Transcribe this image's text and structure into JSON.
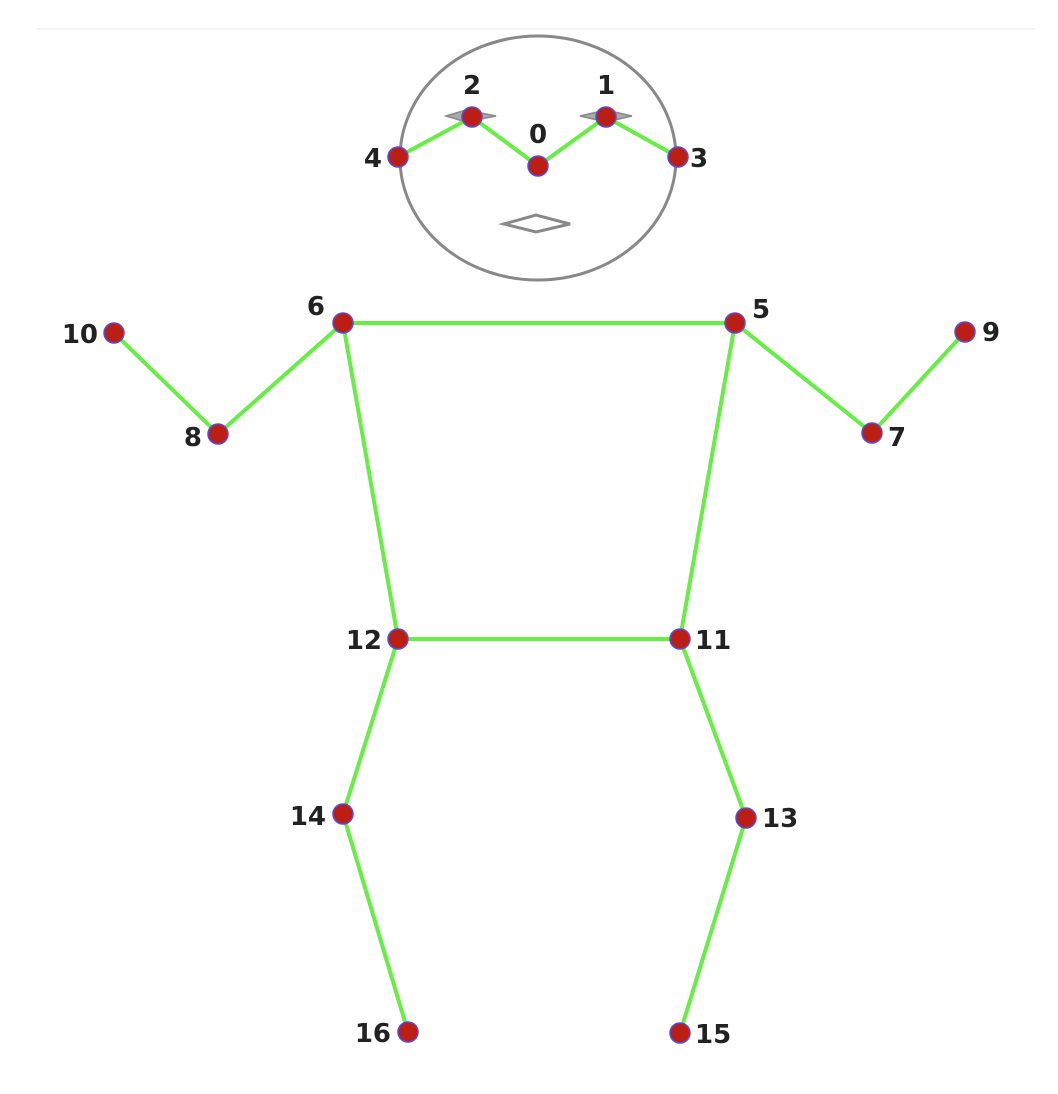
{
  "diagram": {
    "colors": {
      "bone": "#66ee44",
      "joint_fill": "#bb1f14",
      "joint_stroke": "#5a4ad6",
      "face_outline": "#888888",
      "label": "#222222"
    },
    "keypoints": [
      {
        "id": 0,
        "label": "0"
      },
      {
        "id": 1,
        "label": "1"
      },
      {
        "id": 2,
        "label": "2"
      },
      {
        "id": 3,
        "label": "3"
      },
      {
        "id": 4,
        "label": "4"
      },
      {
        "id": 5,
        "label": "5"
      },
      {
        "id": 6,
        "label": "6"
      },
      {
        "id": 7,
        "label": "7"
      },
      {
        "id": 8,
        "label": "8"
      },
      {
        "id": 9,
        "label": "9"
      },
      {
        "id": 10,
        "label": "10"
      },
      {
        "id": 11,
        "label": "11"
      },
      {
        "id": 12,
        "label": "12"
      },
      {
        "id": 13,
        "label": "13"
      },
      {
        "id": 14,
        "label": "14"
      },
      {
        "id": 15,
        "label": "15"
      },
      {
        "id": 16,
        "label": "16"
      }
    ],
    "connections": [
      [
        4,
        2
      ],
      [
        2,
        0
      ],
      [
        0,
        1
      ],
      [
        1,
        3
      ],
      [
        6,
        5
      ],
      [
        6,
        8
      ],
      [
        8,
        10
      ],
      [
        5,
        7
      ],
      [
        7,
        9
      ],
      [
        6,
        12
      ],
      [
        5,
        11
      ],
      [
        12,
        11
      ],
      [
        12,
        14
      ],
      [
        14,
        16
      ],
      [
        11,
        13
      ],
      [
        13,
        15
      ]
    ]
  }
}
